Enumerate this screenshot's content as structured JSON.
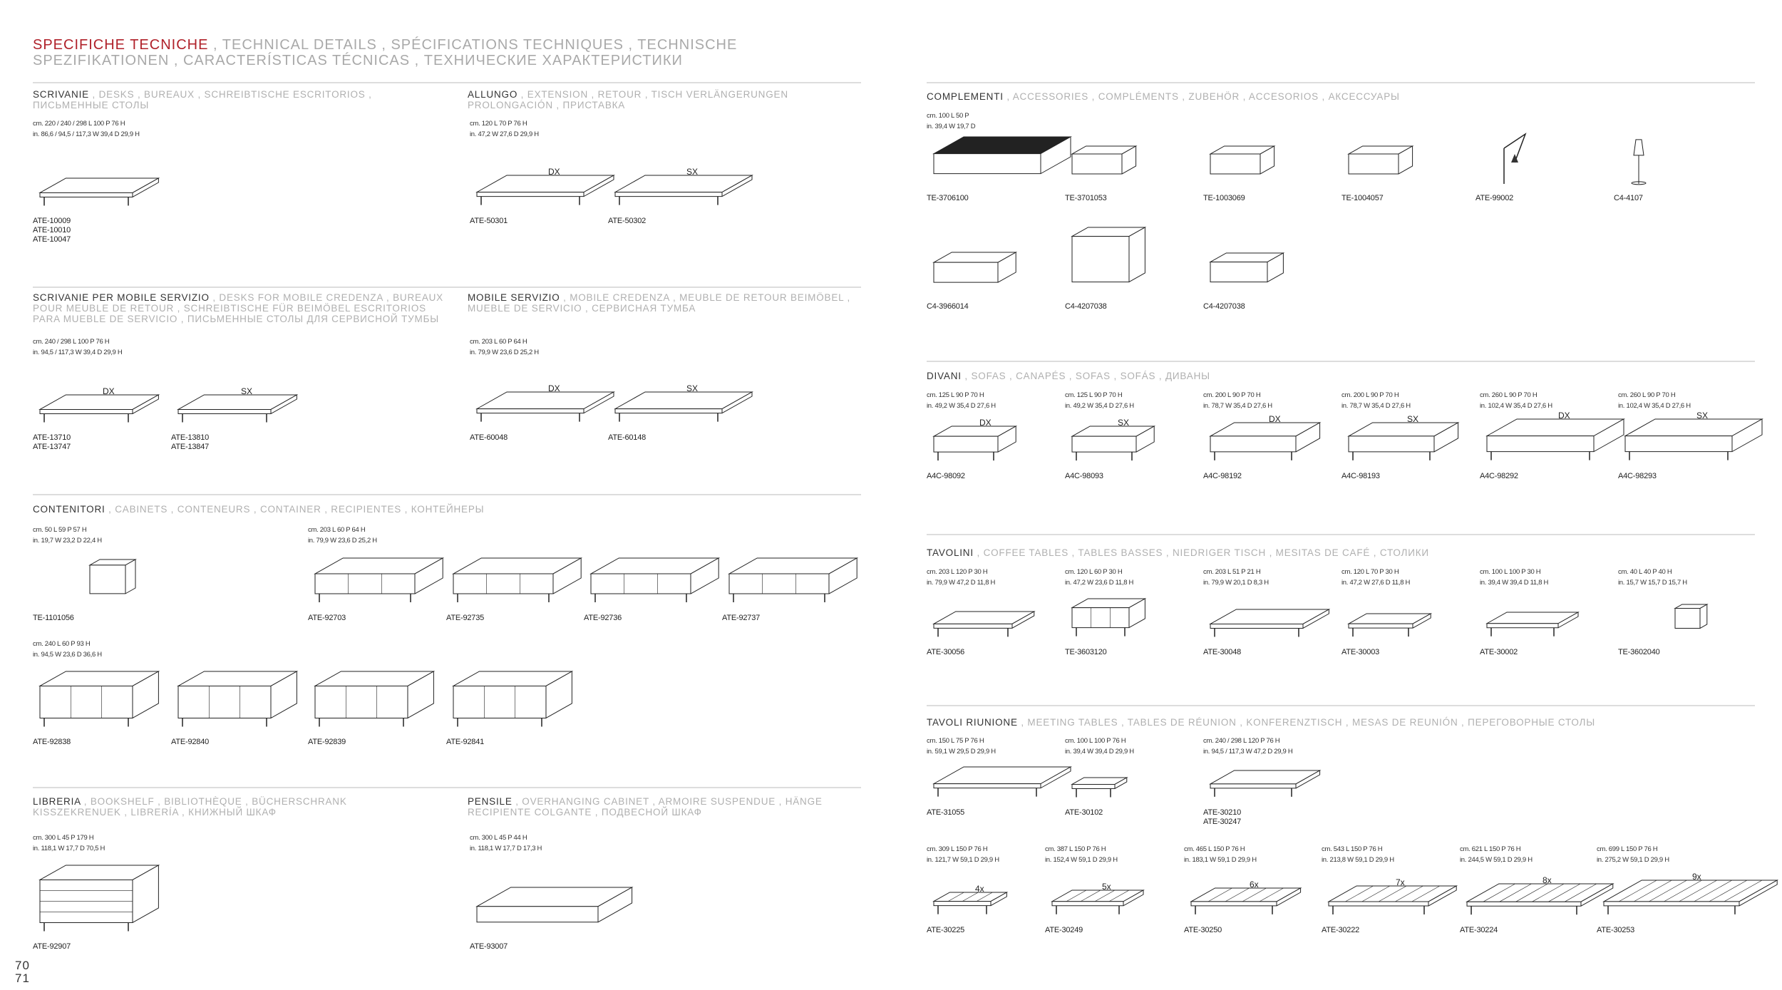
{
  "title": {
    "main": "SPECIFICHE TECNICHE",
    "rest": " , TECHNICAL DETAILS , SPÉCIFICATIONS TECHNIQUES , TECHNISCHE SPEZIFIKATIONEN , CARACTERÍSTICAS TÉCNICAS , ТЕХНИЧЕСКИЕ ХАРАКТЕРИСТИКИ"
  },
  "page_numbers": [
    "70",
    "71"
  ],
  "colors": {
    "accent": "#b0212a",
    "text": "#333333",
    "muted": "#b0b0b0",
    "rule": "#dddddd"
  },
  "sections": [
    {
      "main": "SCRIVANIE",
      "rest": " , DESKS , BUREAUX , SCHREIBTISCHE ESCRITORIOS , ПИСЬМЕННЫЕ СТОЛЫ",
      "dims": [
        {
          "cm": "cm. 220 / 240 / 298 L 100 P 76 H",
          "in": "in. 86,6 / 94,5 / 117,3 W 39,4 D 29,9 H"
        }
      ],
      "items": [
        {
          "codes": [
            "ATE-10009",
            "ATE-10010",
            "ATE-10047"
          ]
        }
      ]
    },
    {
      "main": "ALLUNGO",
      "rest": " , EXTENSION , RETOUR , TISCH VERLÄNGERUNGEN PROLONGACIÓN , ПРИСТАВКА",
      "dims": [
        {
          "cm": "cm. 120 L 70 P 76 H",
          "in": "in. 47,2 W 27,6 D 29,9 H"
        }
      ],
      "items": [
        {
          "codes": [
            "ATE-50301"
          ],
          "tag": "DX"
        },
        {
          "codes": [
            "ATE-50302"
          ],
          "tag": "SX"
        }
      ]
    },
    {
      "main": "SCRIVANIE PER MOBILE SERVIZIO",
      "rest": " , DESKS FOR MOBILE CREDENZA , BUREAUX POUR MEUBLE DE RETOUR , SCHREIBTISCHE FÜR BEIMÖBEL ESCRITORIOS PARA MUEBLE DE SERVICIO , ПИСЬМЕННЫЕ СТОЛЫ ДЛЯ СЕРВИСНОЙ ТУМБЫ",
      "dims": [
        {
          "cm": "cm. 240 / 298 L 100 P 76 H",
          "in": "in. 94,5 / 117,3 W 39,4 D 29,9 H"
        }
      ],
      "items": [
        {
          "codes": [
            "ATE-13710",
            "ATE-13747"
          ],
          "tag": "DX"
        },
        {
          "codes": [
            "ATE-13810",
            "ATE-13847"
          ],
          "tag": "SX"
        }
      ]
    },
    {
      "main": "MOBILE SERVIZIO",
      "rest": " , MOBILE CREDENZA , MEUBLE DE RETOUR BEIMÖBEL , MUEBLE DE SERVICIO , СЕРВИСНАЯ ТУМБА",
      "dims": [
        {
          "cm": "cm. 203 L 60 P 64 H",
          "in": "in. 79,9 W 23,6 D 25,2 H"
        }
      ],
      "items": [
        {
          "codes": [
            "ATE-60048"
          ],
          "tag": "DX"
        },
        {
          "codes": [
            "ATE-60148"
          ],
          "tag": "SX"
        }
      ]
    },
    {
      "main": "CONTENITORI",
      "rest": " , CABINETS , CONTENEURS , CONTAINER , RECIPIENTES , КОНТЕЙНЕРЫ",
      "dims": [
        {
          "cm": "cm. 50 L 59 P 57 H",
          "in": "in. 19,7 W 23,2 D 22,4 H"
        },
        {
          "cm": "cm. 203 L 60 P 64 H",
          "in": "in. 79,9 W 23,6 D 25,2 H"
        },
        {
          "cm": "cm. 240 L 60 P 93 H",
          "in": "in. 94,5 W 23,6 D 36,6 H"
        }
      ],
      "items": [
        {
          "codes": [
            "TE-1101056"
          ]
        },
        {
          "codes": [
            "ATE-92703"
          ]
        },
        {
          "codes": [
            "ATE-92735"
          ]
        },
        {
          "codes": [
            "ATE-92736"
          ]
        },
        {
          "codes": [
            "ATE-92737"
          ]
        },
        {
          "codes": [
            "ATE-92838"
          ]
        },
        {
          "codes": [
            "ATE-92840"
          ]
        },
        {
          "codes": [
            "ATE-92839"
          ]
        },
        {
          "codes": [
            "ATE-92841"
          ]
        }
      ]
    },
    {
      "main": "LIBRERIA",
      "rest": " , BOOKSHELF , BIBLIOTHÈQUE , BÜCHERSCHRANK KISSZEKRENUEK , LIBRERÍA , КНИЖНЫЙ ШКАФ",
      "dims": [
        {
          "cm": "cm. 300 L 45 P 179 H",
          "in": "in. 118,1 W 17,7 D 70,5 H"
        }
      ],
      "items": [
        {
          "codes": [
            "ATE-92907"
          ]
        }
      ]
    },
    {
      "main": "PENSILE",
      "rest": " , OVERHANGING CABINET , ARMOIRE SUSPENDUE , HÄNGE RECIPIENTE COLGANTE , ПОДВЕСНОЙ ШКАФ",
      "dims": [
        {
          "cm": "cm. 300 L 45 P 44 H",
          "in": "in. 118,1 W 17,7 D 17,3 H"
        }
      ],
      "items": [
        {
          "codes": [
            "ATE-93007"
          ]
        }
      ]
    },
    {
      "main": "COMPLEMENTI",
      "rest": " , ACCESSORIES , COMPLÉMENTS , ZUBEHÖR , ACCESORIOS , АКСЕССУАРЫ",
      "dims": [
        {
          "cm": "cm. 100 L 50 P",
          "in": "in. 39,4 W 19,7 D"
        }
      ],
      "items": [
        {
          "codes": [
            "TE-3706100"
          ]
        },
        {
          "codes": [
            "TE-3701053"
          ]
        },
        {
          "codes": [
            "TE-1003069"
          ]
        },
        {
          "codes": [
            "TE-1004057"
          ]
        },
        {
          "codes": [
            "ATE-99002"
          ]
        },
        {
          "codes": [
            "C4-4107"
          ]
        },
        {
          "codes": [
            "C4-3966014"
          ]
        },
        {
          "codes": [
            "C4-4207038"
          ]
        },
        {
          "codes": [
            "C4-4207038"
          ]
        }
      ]
    },
    {
      "main": "DIVANI",
      "rest": " , SOFAS , CANAPÉS , SOFAS , SOFÁS , ДИВАНЫ",
      "dims": [
        {
          "cm": "cm. 125 L 90 P 70 H",
          "in": "in. 49,2 W 35,4 D 27,6 H"
        },
        {
          "cm": "cm. 125 L 90 P 70 H",
          "in": "in. 49,2 W 35,4 D 27,6 H"
        },
        {
          "cm": "cm. 200 L 90 P 70 H",
          "in": "in. 78,7 W 35,4 D 27,6 H"
        },
        {
          "cm": "cm. 200 L 90 P 70 H",
          "in": "in. 78,7 W 35,4 D 27,6 H"
        },
        {
          "cm": "cm. 260 L 90 P 70 H",
          "in": "in. 102,4 W 35,4 D 27,6 H"
        },
        {
          "cm": "cm. 260 L 90 P 70 H",
          "in": "in. 102,4 W 35,4 D 27,6 H"
        }
      ],
      "items": [
        {
          "codes": [
            "A4C-98092"
          ],
          "tag": "DX"
        },
        {
          "codes": [
            "A4C-98093"
          ],
          "tag": "SX"
        },
        {
          "codes": [
            "A4C-98192"
          ],
          "tag": "DX"
        },
        {
          "codes": [
            "A4C-98193"
          ],
          "tag": "SX"
        },
        {
          "codes": [
            "A4C-98292"
          ],
          "tag": "DX"
        },
        {
          "codes": [
            "A4C-98293"
          ],
          "tag": "SX"
        }
      ]
    },
    {
      "main": "TAVOLINI",
      "rest": " , COFFEE TABLES , TABLES BASSES , NIEDRIGER TISCH , MESITAS DE CAFÉ , СТОЛИКИ",
      "dims": [
        {
          "cm": "cm. 203 L 120 P 30 H",
          "in": "in. 79,9 W 47,2 D 11,8 H"
        },
        {
          "cm": "cm. 120 L 60 P 30 H",
          "in": "in. 47,2 W 23,6 D 11,8 H"
        },
        {
          "cm": "cm. 203 L 51 P 21 H",
          "in": "in. 79,9 W 20,1 D 8,3 H"
        },
        {
          "cm": "cm. 120 L 70 P 30 H",
          "in": "in. 47,2 W 27,6 D 11,8 H"
        },
        {
          "cm": "cm. 100 L 100 P 30 H",
          "in": "in. 39,4 W 39,4 D 11,8 H"
        },
        {
          "cm": "cm. 40 L 40 P 40 H",
          "in": "in. 15,7 W 15,7 D 15,7 H"
        }
      ],
      "items": [
        {
          "codes": [
            "ATE-30056"
          ]
        },
        {
          "codes": [
            "TE-3603120"
          ]
        },
        {
          "codes": [
            "ATE-30048"
          ]
        },
        {
          "codes": [
            "ATE-30003"
          ]
        },
        {
          "codes": [
            "ATE-30002"
          ]
        },
        {
          "codes": [
            "TE-3602040"
          ]
        }
      ]
    },
    {
      "main": "TAVOLI RIUNIONE",
      "rest": " , MEETING TABLES , TABLES DE RÉUNION , KONFERENZTISCH , MESAS DE REUNIÓN , ПЕРЕГОВОРНЫЕ СТОЛЫ",
      "dims": [
        {
          "cm": "cm. 150 L 75 P 76 H",
          "in": "in. 59,1 W 29,5 D 29,9 H"
        },
        {
          "cm": "cm. 100 L 100 P 76 H",
          "in": "in. 39,4 W 39,4 D 29,9 H"
        },
        {
          "cm": "cm. 240 / 298 L 120 P 76 H",
          "in": "in. 94,5 / 117,3 W 47,2 D 29,9 H"
        },
        {
          "cm": "cm. 309 L 150 P 76 H",
          "in": "in. 121,7 W 59,1 D 29,9 H"
        },
        {
          "cm": "cm. 387 L 150 P 76 H",
          "in": "in. 152,4 W 59,1 D 29,9 H"
        },
        {
          "cm": "cm. 465 L 150 P 76 H",
          "in": "in. 183,1 W 59,1 D 29,9 H"
        },
        {
          "cm": "cm. 543 L 150 P 76 H",
          "in": "in. 213,8 W 59,1 D 29,9 H"
        },
        {
          "cm": "cm. 621 L 150 P 76 H",
          "in": "in. 244,5 W 59,1 D 29,9 H"
        },
        {
          "cm": "cm. 699 L 150 P 76 H",
          "in": "in. 275,2 W 59,1 D 29,9 H"
        }
      ],
      "items": [
        {
          "codes": [
            "ATE-31055"
          ]
        },
        {
          "codes": [
            "ATE-30102"
          ]
        },
        {
          "codes": [
            "ATE-30210",
            "ATE-30247"
          ]
        },
        {
          "codes": [
            "ATE-30225"
          ],
          "tag": "4x"
        },
        {
          "codes": [
            "ATE-30249"
          ],
          "tag": "5x"
        },
        {
          "codes": [
            "ATE-30250"
          ],
          "tag": "6x"
        },
        {
          "codes": [
            "ATE-30222"
          ],
          "tag": "7x"
        },
        {
          "codes": [
            "ATE-30224"
          ],
          "tag": "8x"
        },
        {
          "codes": [
            "ATE-30253"
          ],
          "tag": "9x"
        }
      ]
    }
  ]
}
